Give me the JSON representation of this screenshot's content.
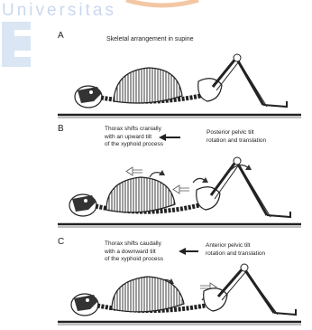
{
  "watermark": {
    "text": "Universitas",
    "logo_letter": "E",
    "color": "#c9d8ee"
  },
  "panels": [
    {
      "letter": "A",
      "title": "Skeletal arrangement in supine"
    },
    {
      "letter": "B",
      "left_caption": [
        "Thorax shifts cranially",
        "with an upward tilt",
        "of the xyphoid process"
      ],
      "right_caption": [
        "Posterior pelvic tilt",
        "rotation and translation"
      ]
    },
    {
      "letter": "C",
      "left_caption": [
        "Thorax shifts caudally",
        "with a downward tilt",
        "of the xyphoid process"
      ],
      "right_caption": [
        "Anterior pelvic tilt",
        "rotation and translation"
      ]
    }
  ],
  "icons": [
    "skull-icon",
    "ribcage-icon",
    "spine-icon",
    "pelvis-icon",
    "leg-bones-icon",
    "arrow-left-icon",
    "arrow-right-icon",
    "curved-arrow-icon"
  ]
}
